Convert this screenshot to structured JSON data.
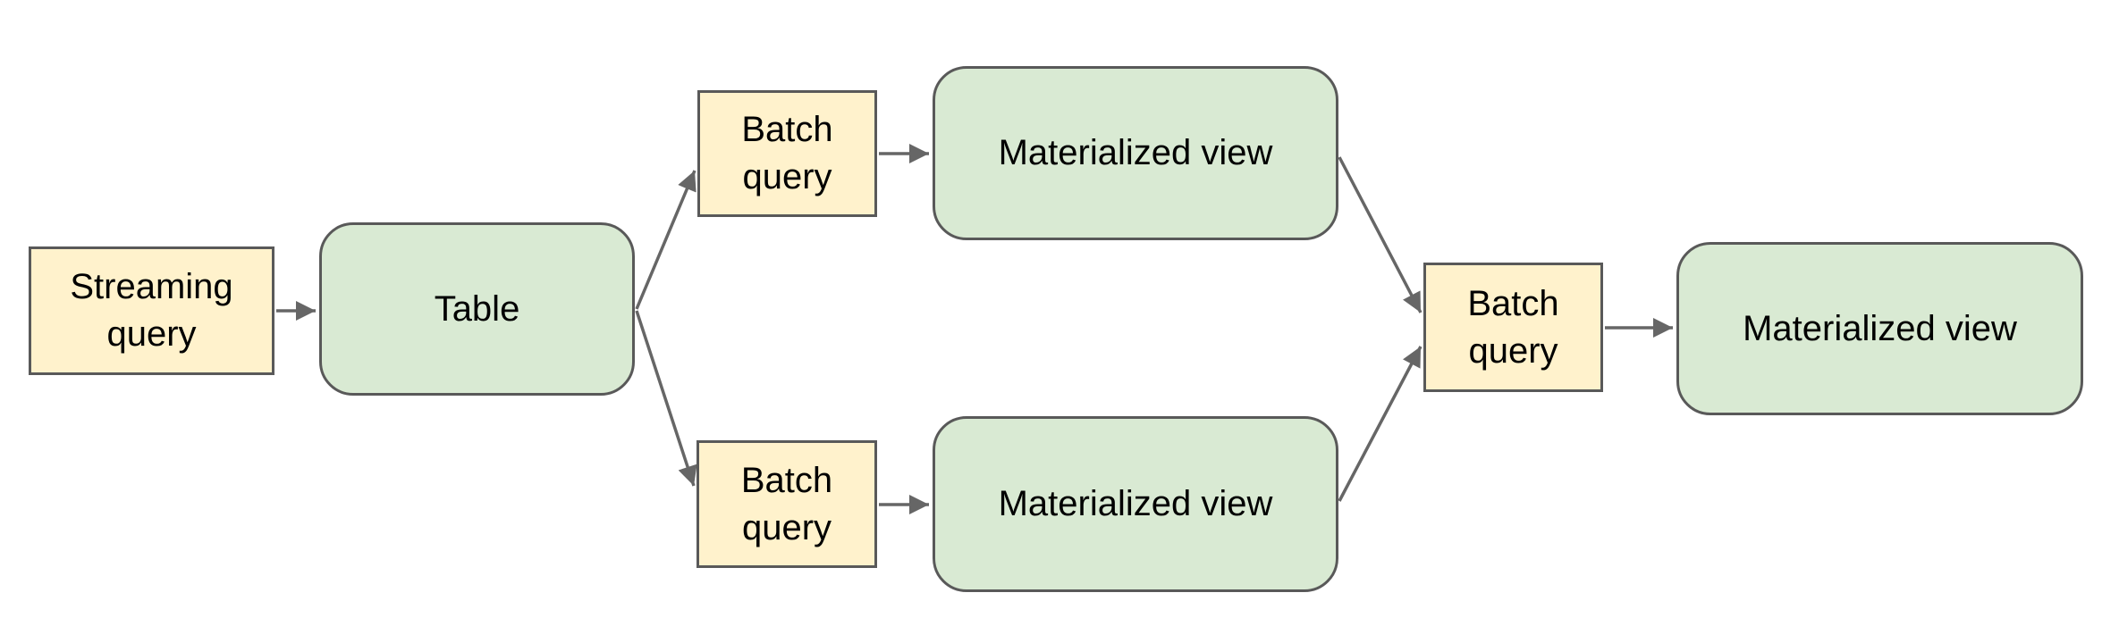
{
  "diagram": {
    "type": "flowchart",
    "colors": {
      "canvas_bg": "#ffffff",
      "query_fill": "#fff2cc",
      "store_fill": "#d9ead3",
      "shape_border": "#595959",
      "arrow": "#666666",
      "text": "#000000"
    },
    "nodes": [
      {
        "id": "streaming-query",
        "label": "Streaming query",
        "kind": "query"
      },
      {
        "id": "table",
        "label": "Table",
        "kind": "store"
      },
      {
        "id": "batch-query-top",
        "label": "Batch query",
        "kind": "query"
      },
      {
        "id": "materialized-view-top",
        "label": "Materialized view",
        "kind": "store"
      },
      {
        "id": "batch-query-bottom",
        "label": "Batch query",
        "kind": "query"
      },
      {
        "id": "materialized-view-bottom",
        "label": "Materialized view",
        "kind": "store"
      },
      {
        "id": "batch-query-right",
        "label": "Batch query",
        "kind": "query"
      },
      {
        "id": "materialized-view-right",
        "label": "Materialized view",
        "kind": "store"
      }
    ],
    "edges": [
      {
        "from": "streaming-query",
        "to": "table"
      },
      {
        "from": "table",
        "to": "batch-query-top"
      },
      {
        "from": "batch-query-top",
        "to": "materialized-view-top"
      },
      {
        "from": "table",
        "to": "batch-query-bottom"
      },
      {
        "from": "batch-query-bottom",
        "to": "materialized-view-bottom"
      },
      {
        "from": "materialized-view-top",
        "to": "batch-query-right"
      },
      {
        "from": "materialized-view-bottom",
        "to": "batch-query-right"
      },
      {
        "from": "batch-query-right",
        "to": "materialized-view-right"
      }
    ]
  }
}
